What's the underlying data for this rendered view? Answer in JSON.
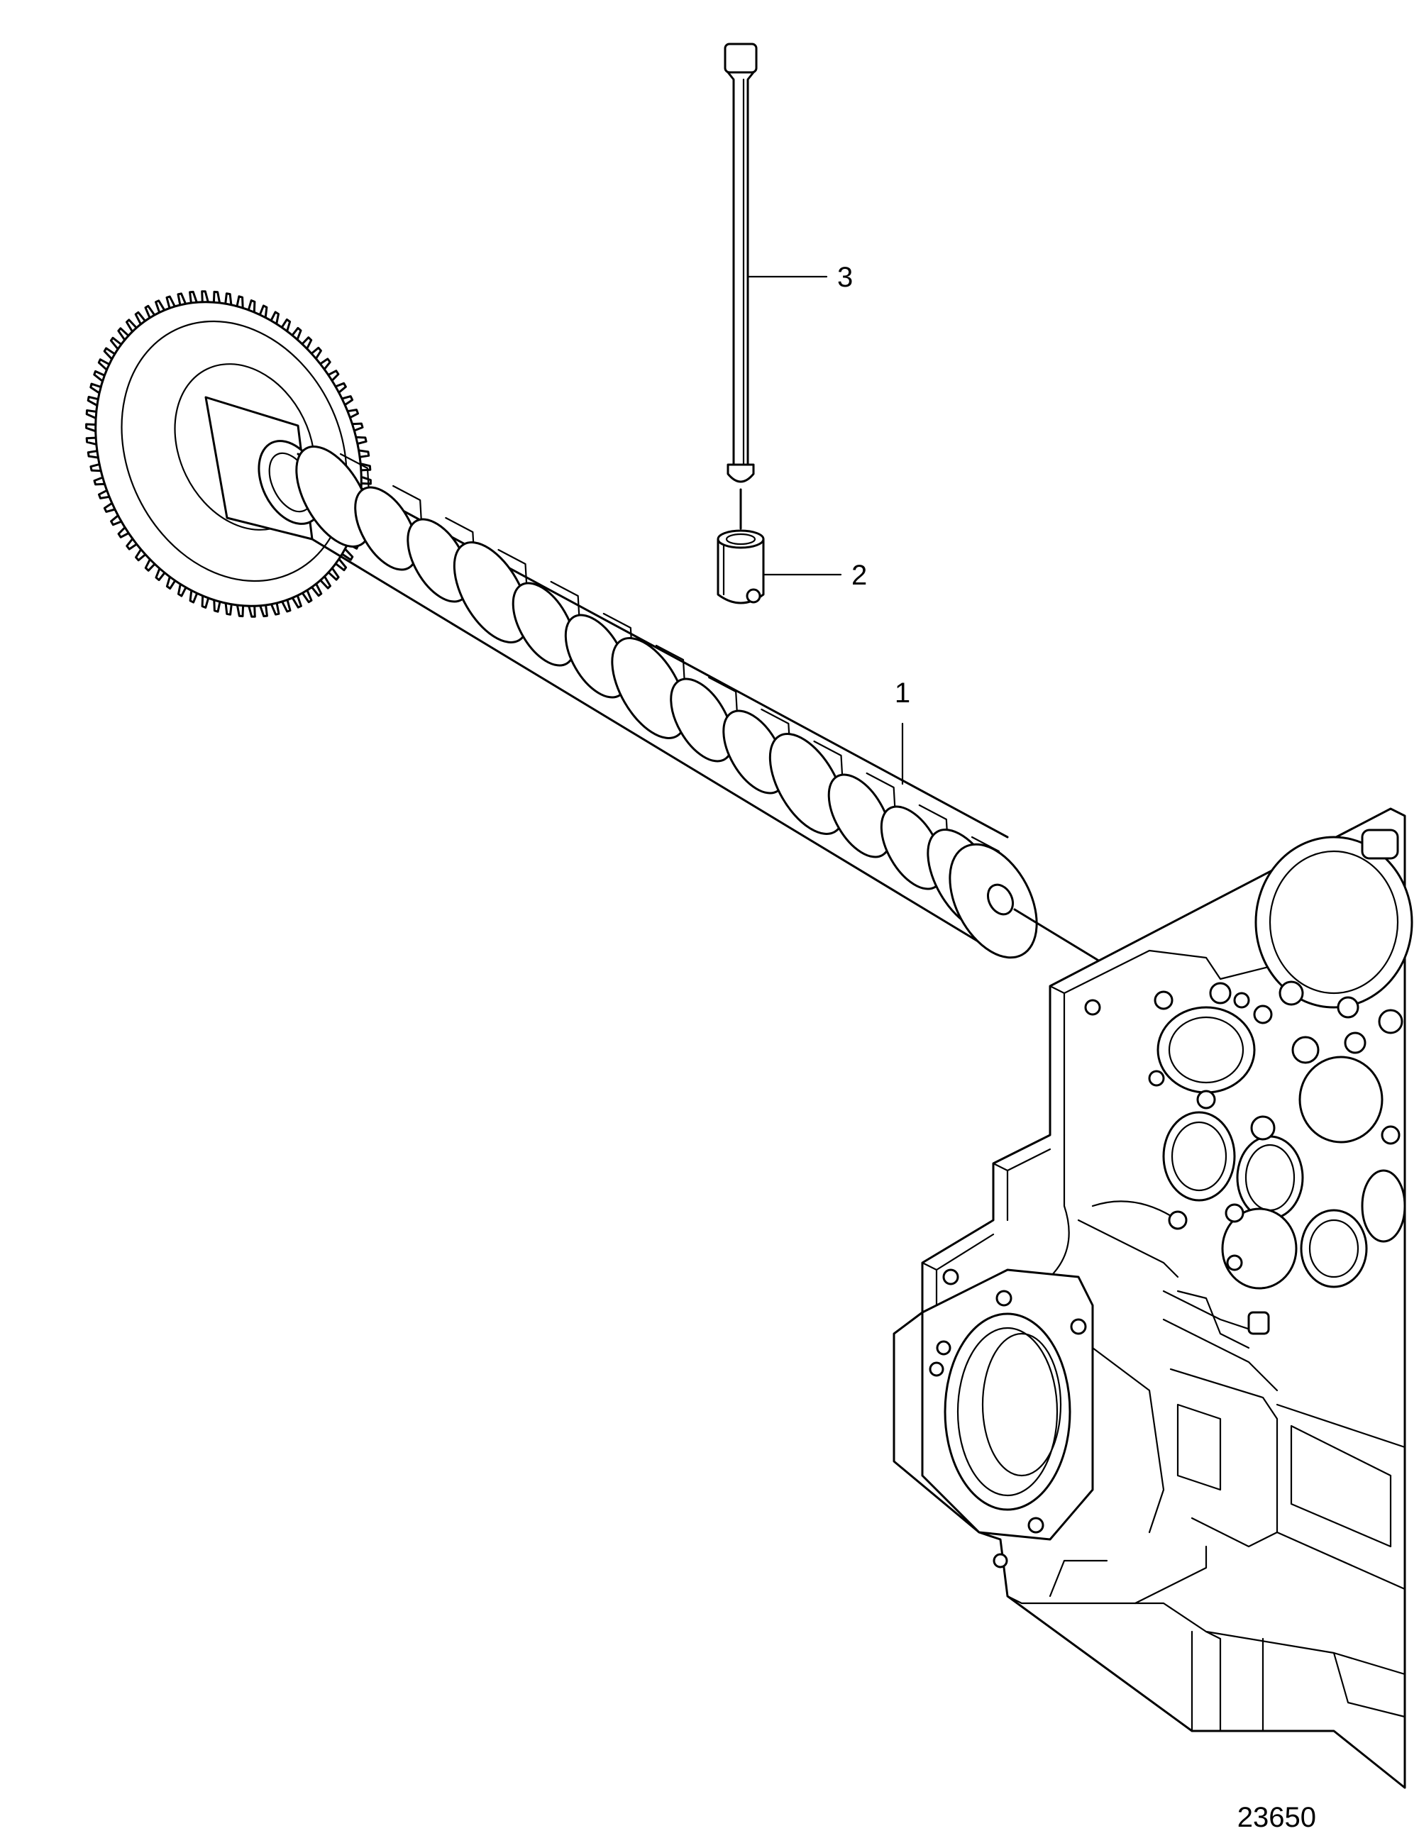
{
  "diagram": {
    "callouts": [
      {
        "id": "camshaft",
        "label": "1"
      },
      {
        "id": "tappet",
        "label": "2"
      },
      {
        "id": "pushrod",
        "label": "3"
      }
    ],
    "figure_number": "23650"
  }
}
